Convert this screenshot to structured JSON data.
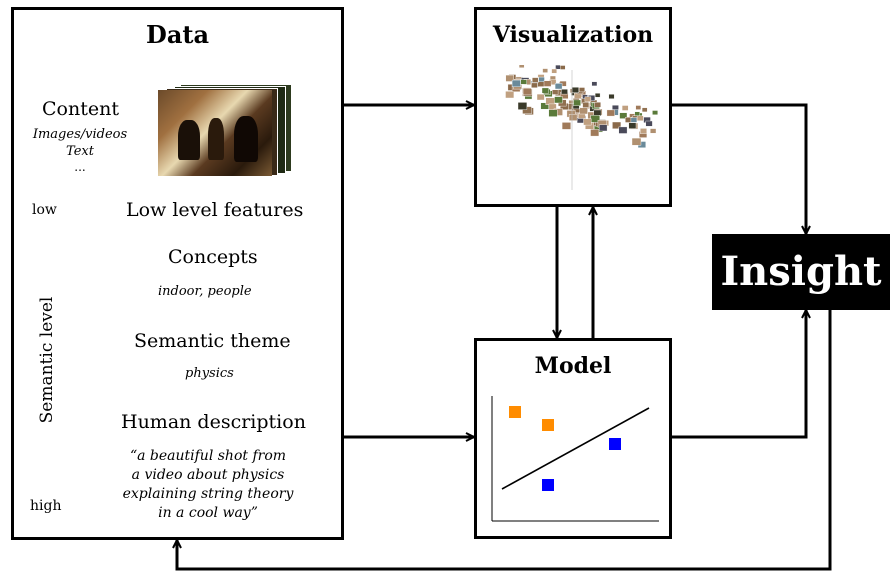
{
  "data_box": {
    "title": "Data",
    "content_label": "Content",
    "content_items": [
      "Images/videos",
      "Text",
      "..."
    ],
    "low": "low",
    "high": "high",
    "axis_label": "Semantic level",
    "levels": [
      {
        "label": "Low level features",
        "example": ""
      },
      {
        "label": "Concepts",
        "example": "indoor, people"
      },
      {
        "label": "Semantic theme",
        "example": "physics"
      },
      {
        "label": "Human description",
        "example_lines": [
          "“a beautiful shot from",
          "a video about physics",
          "explaining string theory",
          "in a cool way”"
        ]
      }
    ]
  },
  "visualization_box": {
    "title": "Visualization"
  },
  "model_box": {
    "title": "Model",
    "point_colors": {
      "orange": "#ff8c00",
      "blue": "#0000ff"
    }
  },
  "insight": {
    "label": "Insight",
    "background": "#000000",
    "text_color": "#ffffff"
  }
}
